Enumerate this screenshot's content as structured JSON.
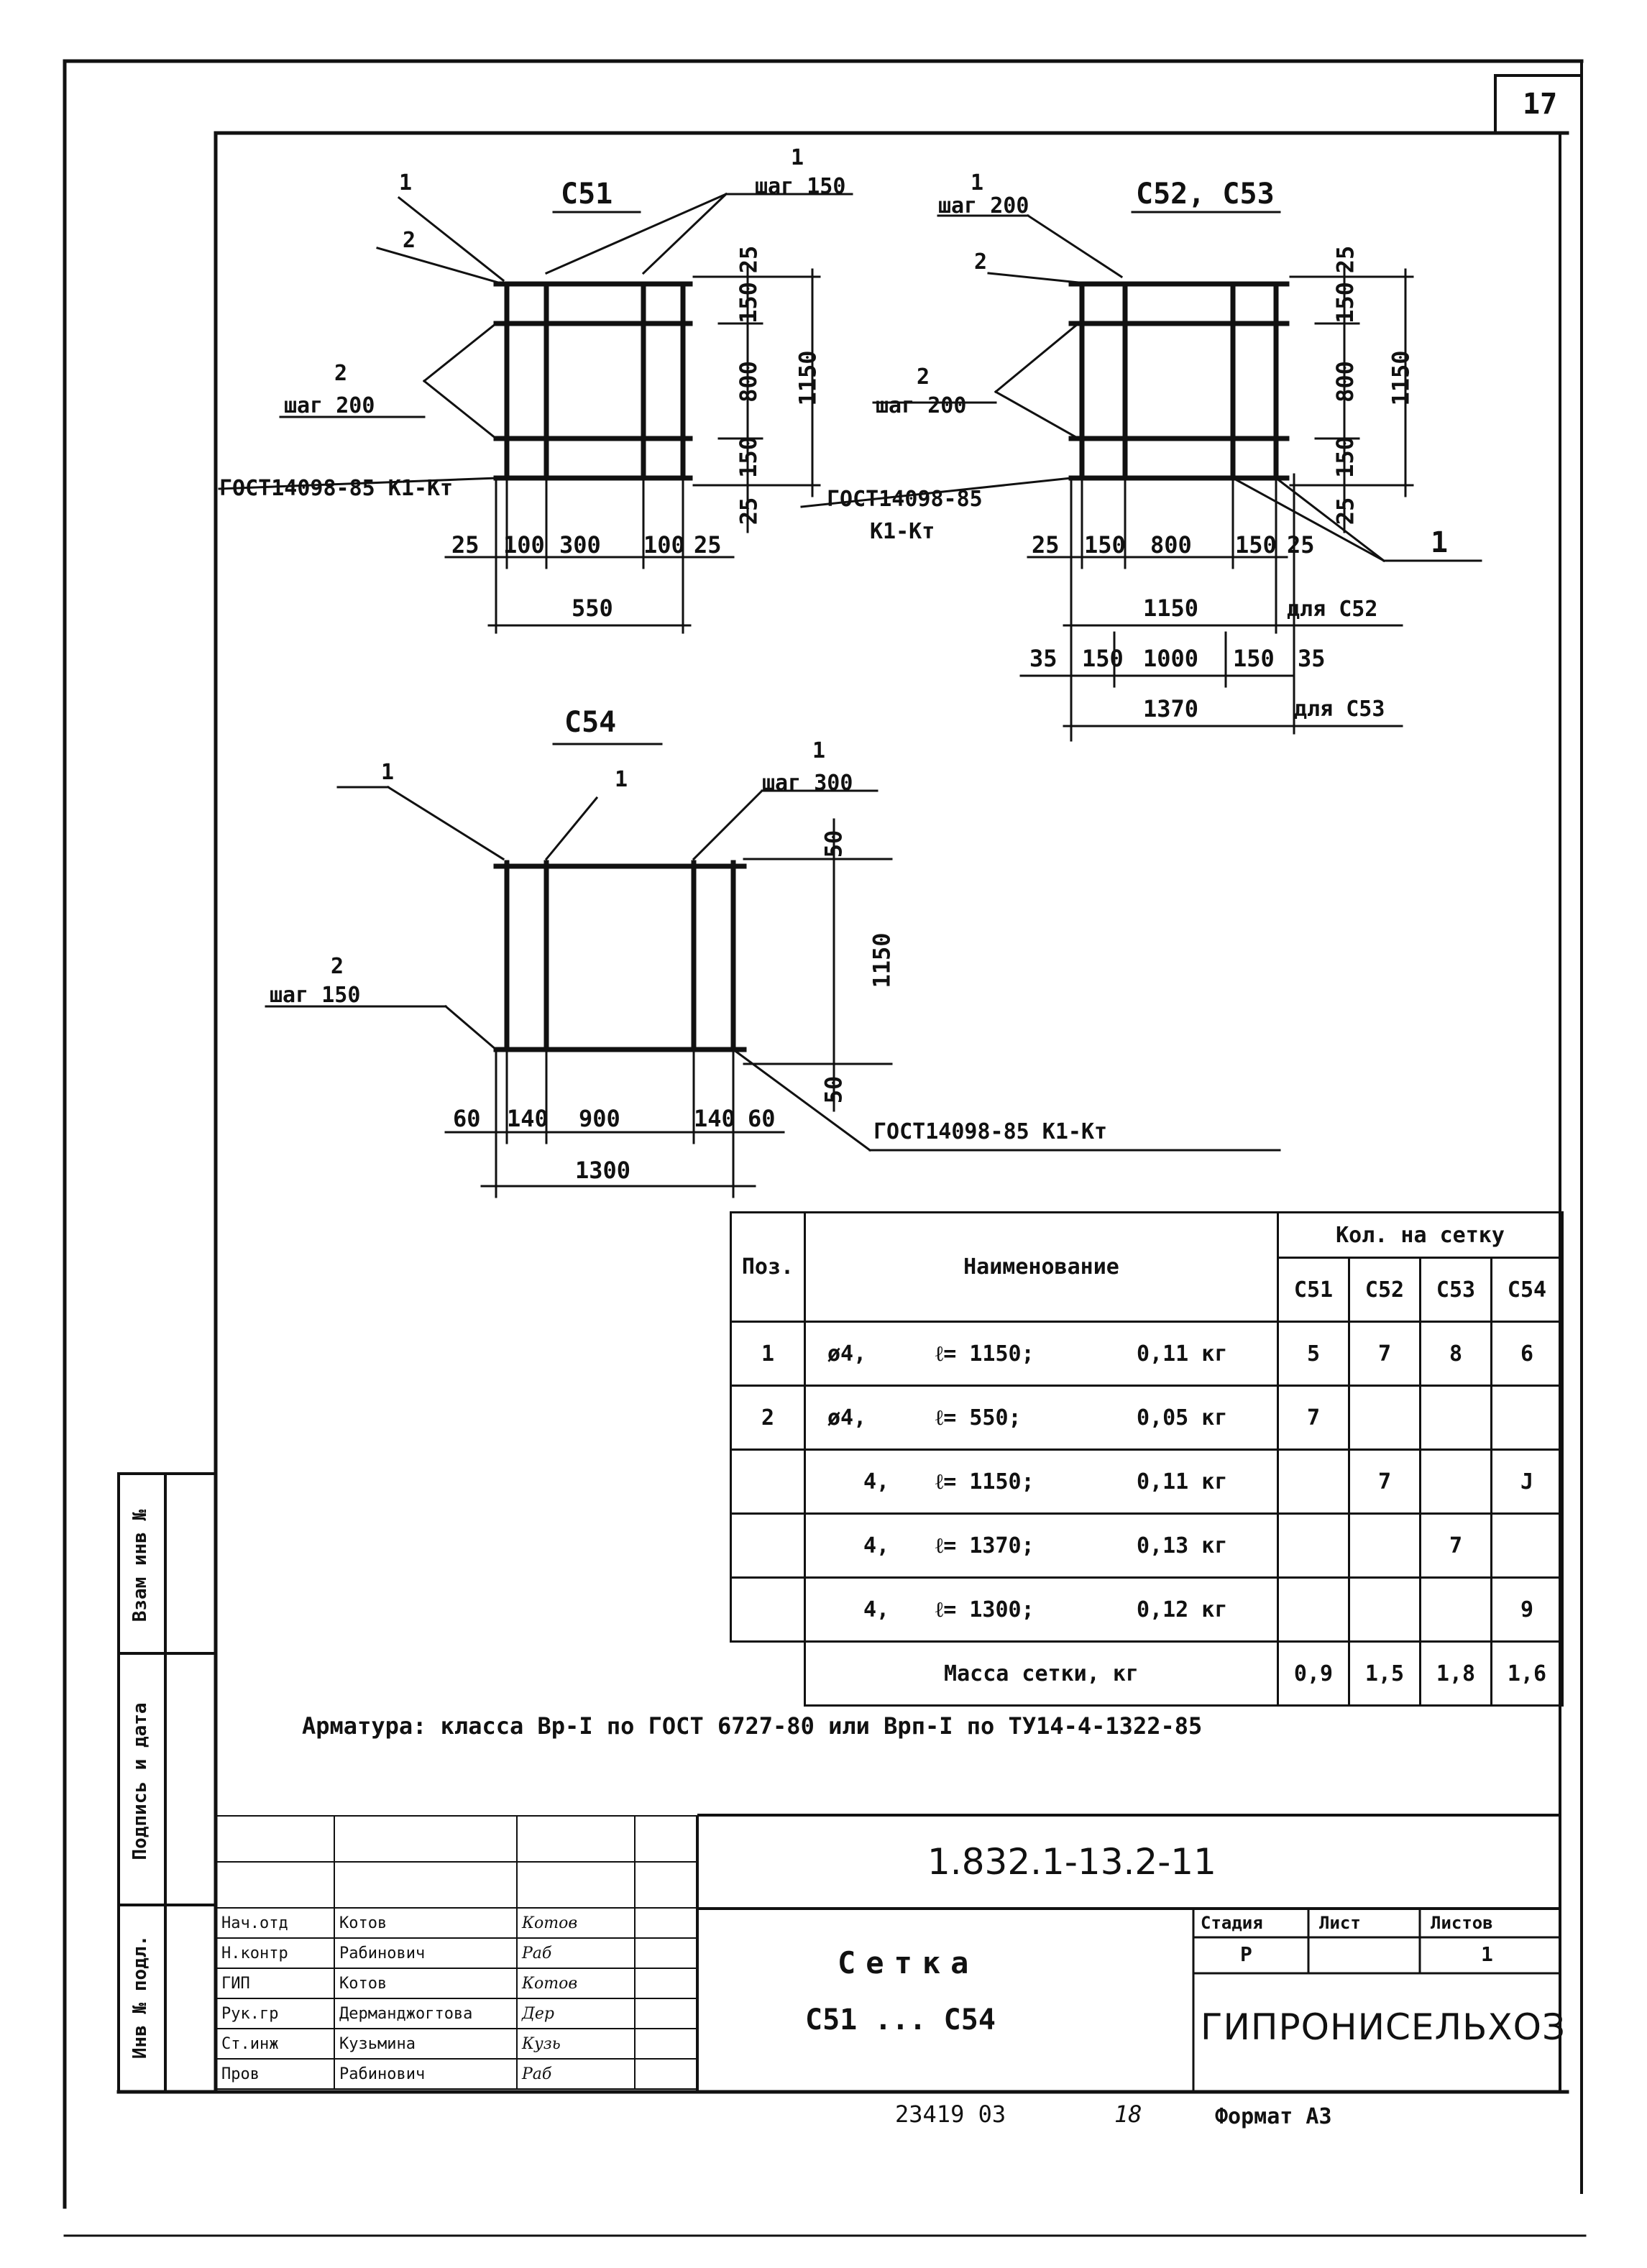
{
  "page_number": "17",
  "drawings": {
    "c51": {
      "title": "С51",
      "callouts": [
        "1",
        "2",
        "1",
        "шаг 150",
        "2",
        "шаг 200"
      ],
      "gost": "ГОСТ14098-85 К1-Кт",
      "dims_bottom": [
        "25",
        "100",
        "300",
        "100",
        "25"
      ],
      "dim_total_w": "550",
      "dims_right": [
        "25",
        "150",
        "800",
        "150",
        "25"
      ],
      "dim_total_h": "1150"
    },
    "c52_53": {
      "title": "С52, С53",
      "callouts": [
        "1",
        "шаг 200",
        "2",
        "2",
        "шаг 200",
        "1"
      ],
      "gost": "ГОСТ14098-85",
      "gost_2": "К1-Кт",
      "dims_bottom_a": [
        "25",
        "150",
        "800",
        "150",
        "25"
      ],
      "total_a": "1150",
      "note_a": "для С52",
      "dims_bottom_b": [
        "35",
        "150",
        "1000",
        "150",
        "35"
      ],
      "total_b": "1370",
      "note_b": "для С53",
      "dims_right": [
        "25",
        "150",
        "800",
        "150",
        "25"
      ],
      "dim_total_h": "1150"
    },
    "c54": {
      "title": "С54",
      "callouts": [
        "1",
        "1",
        "1",
        "шаг 300",
        "2",
        "шаг 150"
      ],
      "gost": "ГОСТ14098-85 К1-Кт",
      "dims_bottom": [
        "60",
        "140",
        "900",
        "140",
        "60"
      ],
      "dim_total_w": "1300",
      "dims_right": [
        "50",
        "1150",
        "50"
      ]
    }
  },
  "spec_table": {
    "col_pos": "Поз.",
    "col_name": "Наименование",
    "col_qty": "Кол. на сетку",
    "sub_cols": [
      "С51",
      "С52",
      "С53",
      "С54"
    ],
    "rows": [
      {
        "pos": "1",
        "dia": "ø4,",
        "len": "ℓ= 1150;",
        "mass": "0,11 кг",
        "q": [
          "5",
          "7",
          "8",
          "6"
        ]
      },
      {
        "pos": "2",
        "dia": "ø4,",
        "len": "ℓ= 550;",
        "mass": "0,05 кг",
        "q": [
          "7",
          "",
          "",
          ""
        ]
      },
      {
        "pos": "",
        "dia": "4,",
        "len": "ℓ= 1150;",
        "mass": "0,11 кг",
        "q": [
          "",
          "7",
          "",
          "J"
        ]
      },
      {
        "pos": "",
        "dia": "4,",
        "len": "ℓ= 1370;",
        "mass": "0,13 кг",
        "q": [
          "",
          "",
          "7",
          ""
        ]
      },
      {
        "pos": "",
        "dia": "4,",
        "len": "ℓ= 1300;",
        "mass": "0,12 кг",
        "q": [
          "",
          "",
          "",
          "9"
        ]
      }
    ],
    "total_label": "Масса сетки, кг",
    "totals": [
      "0,9",
      "1,5",
      "1,8",
      "1,6"
    ]
  },
  "note": "Арматура: класса Вр-I по ГОСТ 6727-80 или Врп-I по ТУ14-4-1322-85",
  "side_labels": [
    "Взам инв №",
    "Подпись и дата",
    "Инв № подл."
  ],
  "stamp": {
    "doc_code": "1.832.1-13.2-11",
    "people": [
      {
        "role": "Нач.отд",
        "name": "Котов",
        "sign": "Котов"
      },
      {
        "role": "Н.контр",
        "name": "Рабинович",
        "sign": "Раб"
      },
      {
        "role": "ГИП",
        "name": "Котов",
        "sign": "Котов"
      },
      {
        "role": "Рук.гр",
        "name": "Дерманджогтова",
        "sign": "Дер"
      },
      {
        "role": "Ст.инж",
        "name": "Кузьмина",
        "sign": "Кузь"
      },
      {
        "role": "Пров",
        "name": "Рабинович",
        "sign": "Раб"
      }
    ],
    "title_1": "Сетка",
    "title_2": "С51 ... С54",
    "stage_head": "Стадия",
    "sheet_head": "Лист",
    "sheets_head": "Листов",
    "stage": "Р",
    "sheet": "",
    "sheets": "1",
    "org": "ГИПРОНИСЕЛЬХОЗ"
  },
  "footer": {
    "inv": "23419 03",
    "num": "18",
    "format": "Формат А3"
  }
}
